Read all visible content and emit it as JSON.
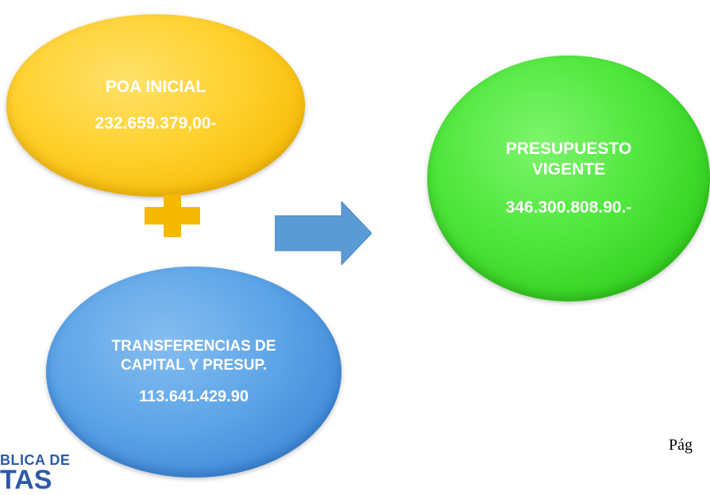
{
  "nodes": {
    "poa": {
      "title": "POA INICIAL",
      "value": "232.659.379,00-"
    },
    "presupuesto": {
      "title_line1": "PRESUPUESTO",
      "title_line2": "VIGENTE",
      "value": "346.300.808.90.-"
    },
    "transferencias": {
      "title_line1": "TRANSFERENCIAS DE",
      "title_line2": "CAPITAL Y PRESUP.",
      "value": "113.641.429.90"
    }
  },
  "page_label": "Pág",
  "logo": {
    "line1": "BLICA DE",
    "line2": "TAS"
  },
  "colors": {
    "poa": "#ffd12e",
    "presupuesto": "#4ee63b",
    "transferencias": "#5ea5e8",
    "plus": "#f5b800",
    "arrow": "#5b9bd5",
    "logo": "#2d5aa8"
  },
  "icons": {
    "plus": "plus-icon",
    "arrow": "arrow-right-icon"
  }
}
